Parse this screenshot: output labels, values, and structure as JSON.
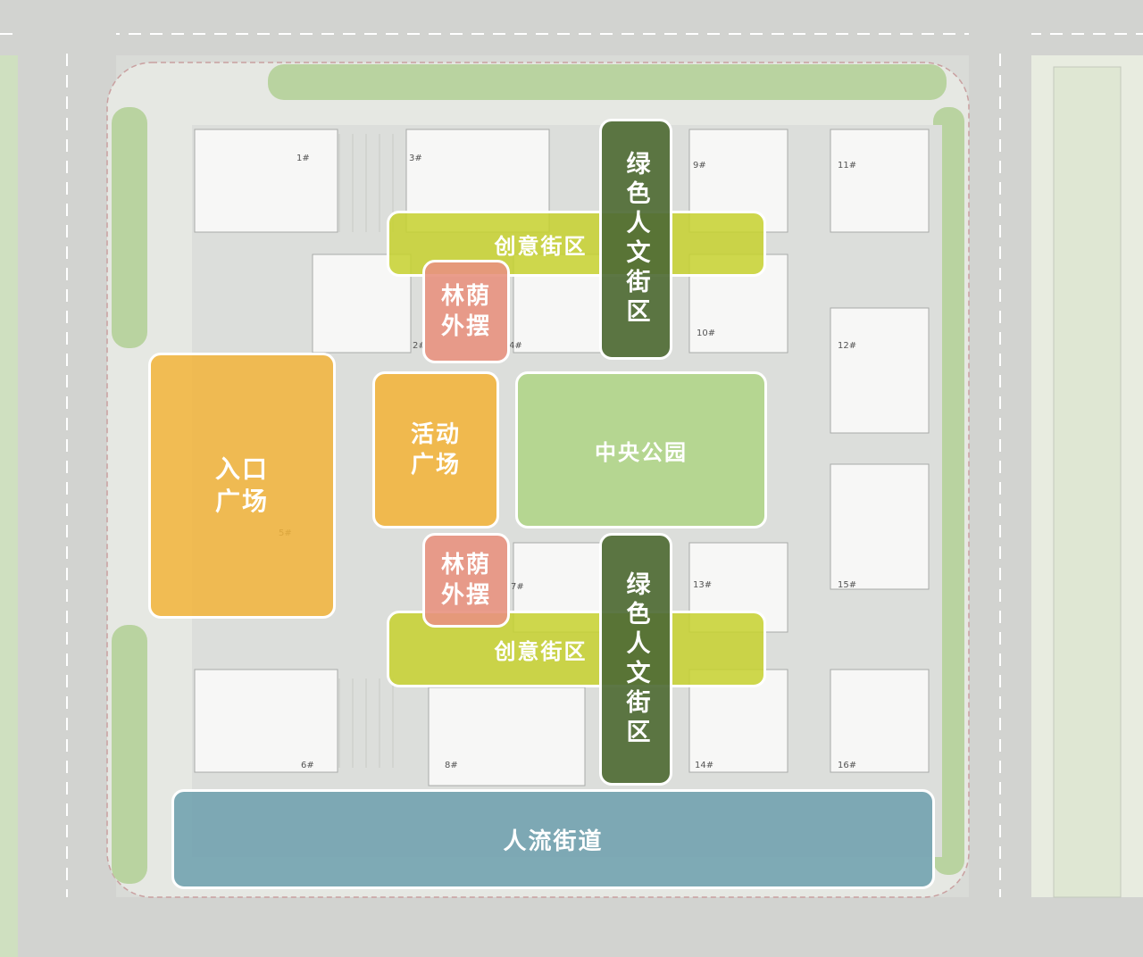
{
  "zones": {
    "entrance_plaza": {
      "label": "入口\n广场",
      "color": "#f2b43a"
    },
    "activity_plaza": {
      "label": "活动\n广场",
      "color": "#f2b43a"
    },
    "central_park": {
      "label": "中央公园",
      "color": "#b5d98e"
    },
    "shade_stalls_top": {
      "label": "林荫\n外摆",
      "color": "#e8927f"
    },
    "shade_stalls_bottom": {
      "label": "林荫\n外摆",
      "color": "#e8927f"
    },
    "creative_block_top": {
      "label": "创意街区",
      "color": "#c7d12e"
    },
    "creative_block_bottom": {
      "label": "创意街区",
      "color": "#c7d12e"
    },
    "green_street_top": {
      "label": "绿色人文街区",
      "color": "#4f6b35"
    },
    "green_street_bottom": {
      "label": "绿色人文街区",
      "color": "#4f6b35"
    },
    "pedestrian_street": {
      "label": "人流街道",
      "color": "#6fa0ae"
    }
  },
  "buildings": [
    "1#",
    "2#",
    "3#",
    "4#",
    "5#",
    "6#",
    "7#",
    "8#",
    "9#",
    "10#",
    "11#",
    "12#",
    "13#",
    "14#",
    "15#",
    "16#"
  ]
}
